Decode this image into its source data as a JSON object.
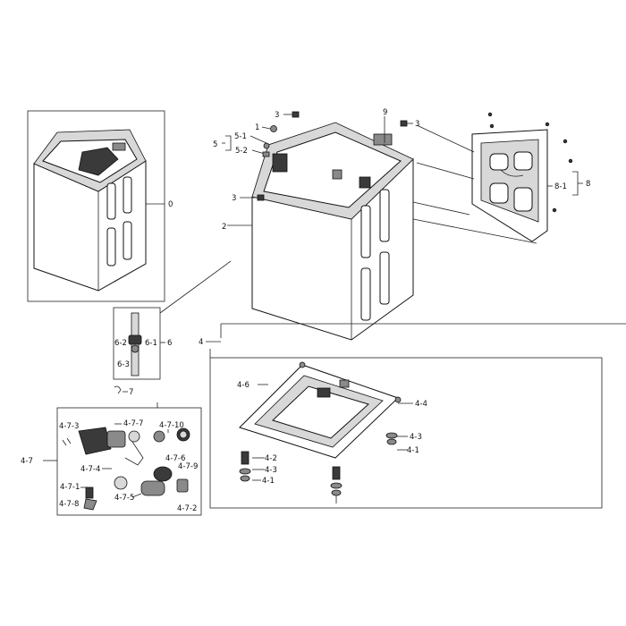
{
  "diagram": {
    "callouts": {
      "c0": "0",
      "c1": "1",
      "c2": "2",
      "c3a": "3",
      "c3b": "3",
      "c3c": "3",
      "c4": "4",
      "c4_1a": "4-1",
      "c4_1b": "4-1",
      "c4_2": "4-2",
      "c4_3a": "4-3",
      "c4_3b": "4-3",
      "c4_4": "4-4",
      "c4_6": "4-6",
      "c4_7": "4-7",
      "c4_7_1": "4-7-1",
      "c4_7_2": "4-7-2",
      "c4_7_3": "4-7-3",
      "c4_7_4": "4-7-4",
      "c4_7_5": "4-7-5",
      "c4_7_6": "4-7-6",
      "c4_7_7": "4-7-7",
      "c4_7_8": "4-7-8",
      "c4_7_9": "4-7-9",
      "c4_7_10": "4-7-10",
      "c5": "5",
      "c5_1": "5-1",
      "c5_2": "5-2",
      "c6": "6",
      "c6_1": "6-1",
      "c6_2": "6-2",
      "c6_3": "6-3",
      "c7": "7",
      "c8": "8",
      "c8_1": "8-1",
      "c9": "9"
    }
  }
}
